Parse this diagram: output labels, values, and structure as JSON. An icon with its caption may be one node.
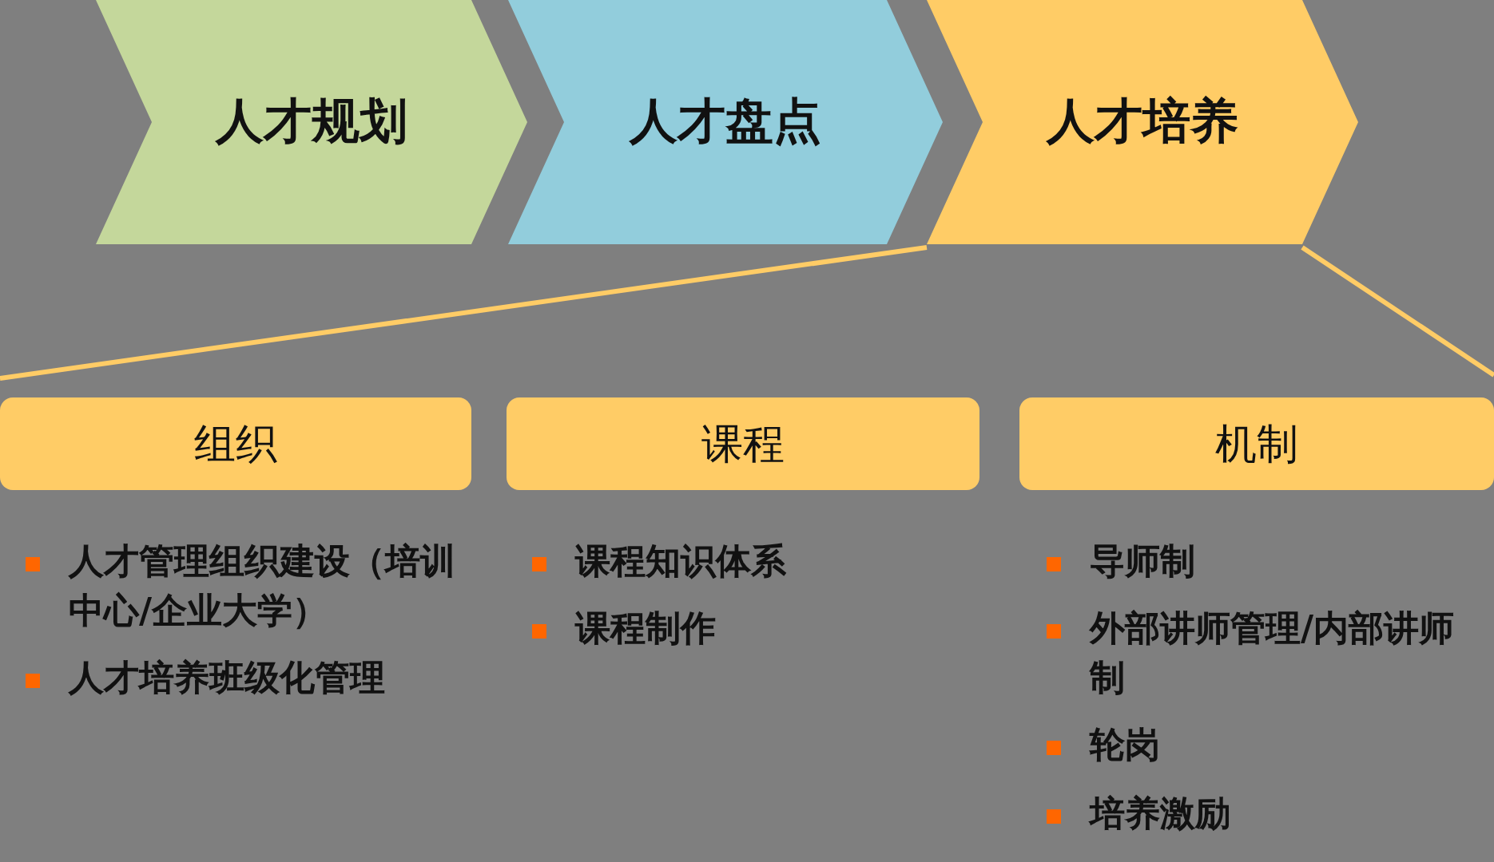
{
  "diagram": {
    "nodes": [
      {
        "text": [
          "人才规划"
        ]
      },
      {
        "text": [
          "人才盘点"
        ]
      },
      {
        "text": [
          "人才培养"
        ]
      },
      {
        "text": [
          "组织"
        ]
      },
      {
        "text": [
          "课程"
        ]
      },
      {
        "text": [
          "机制"
        ]
      }
    ],
    "labels": [
      "人才管理组织建设（培训中心/企业大学）",
      "人才培养班级化管理",
      "课程知识体系",
      "课程制作",
      "导师制",
      "外部讲师管理/内部讲师制",
      "轮岗",
      "培养激励"
    ]
  }
}
